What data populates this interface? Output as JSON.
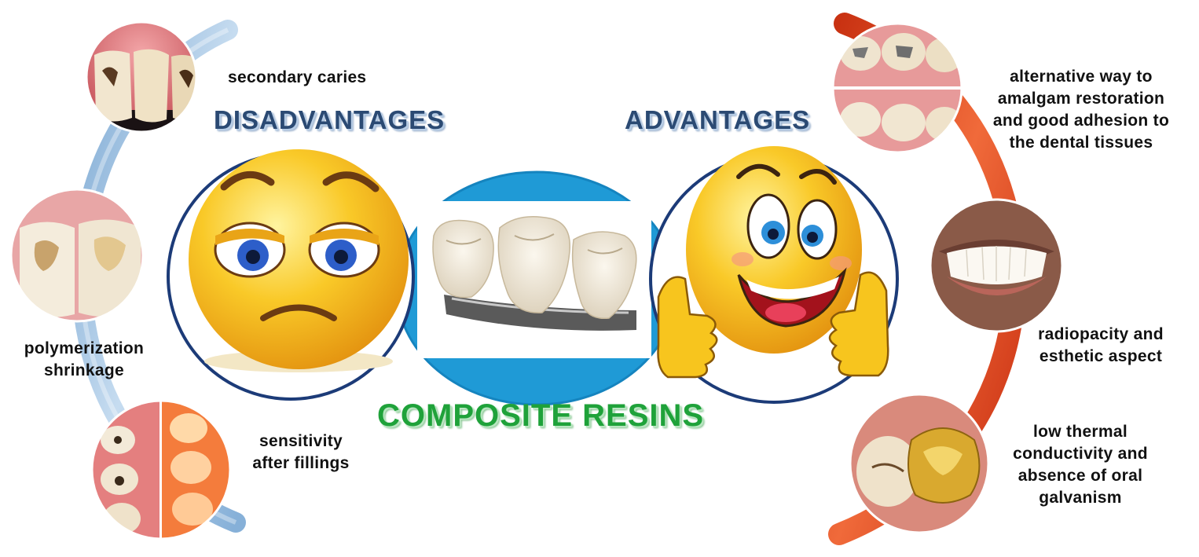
{
  "titles": {
    "disadvantages": "DISADVANTAGES",
    "advantages": "ADVANTAGES",
    "main": "COMPOSITE RESINS"
  },
  "disadvantages": [
    {
      "lines": [
        "secondary caries"
      ]
    },
    {
      "lines": [
        "polymerization",
        "shrinkage"
      ]
    },
    {
      "lines": [
        "sensitivity",
        "after fillings"
      ]
    }
  ],
  "advantages": [
    {
      "lines": [
        "alternative way to",
        "amalgam restoration",
        "and good adhesion to",
        "the dental tissues"
      ]
    },
    {
      "lines": [
        "radiopacity and",
        "esthetic aspect"
      ]
    },
    {
      "lines": [
        "low thermal",
        "conductivity and",
        "absence of oral",
        "galvanism"
      ]
    }
  ],
  "colors": {
    "left_arc": "#a9c8e6",
    "right_arc": "#e5481c",
    "center_ellipse": "#1f9ad6",
    "title_blue": "#2b4a73",
    "title_green": "#1fa23a",
    "face_yellow": "#f7c51e"
  },
  "icons": {
    "sad_face": "sad-face-icon",
    "happy_face": "happy-thumbs-up-face-icon"
  }
}
